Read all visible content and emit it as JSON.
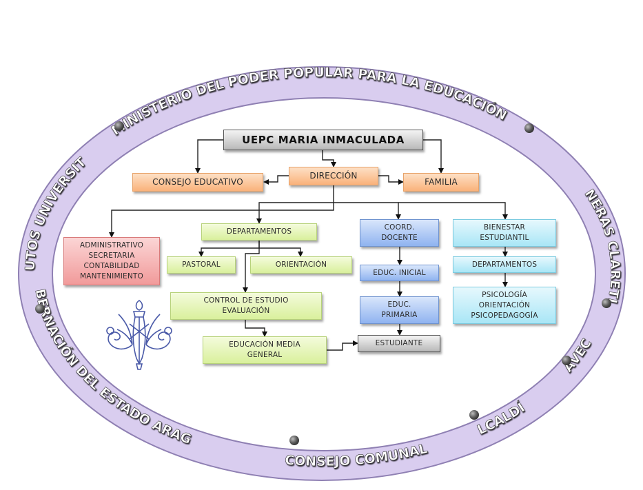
{
  "ring": {
    "labels": [
      "MINISTERIO DEL PODER POPULAR PARA LA EDUCACIÓN",
      "MISIONERAS CLARETIANAS",
      "AVEC",
      "ALCALDÍA",
      "CONSEJO COMUNAL",
      "GOBERNACIÓN DEL ESTADO ARAGUA",
      "INSTITUTOS UNIVERSITARIOS"
    ],
    "colors": {
      "fill": "#d9cdef",
      "border": "#9f8fc0",
      "text": "#ffffff",
      "dot": "#5a5a5a"
    }
  },
  "nodes": {
    "root": "UEPC MARIA INMACULADA",
    "direccion": "DIRECCIÓN",
    "consejo": "CONSEJO EDUCATIVO",
    "familia": "FAMILIA",
    "administrativo": "ADMINISTRATIVO\nSECRETARIA\nCONTABILIDAD\nMANTENIMIENTO",
    "departamentos": "DEPARTAMENTOS",
    "pastoral": "PASTORAL",
    "orientacion": "ORIENTACIÓN",
    "control": "CONTROL DE ESTUDIO\nEVALUACIÓN",
    "media": "EDUCACIÓN MEDIA\nGENERAL",
    "coord": "COORD.\nDOCENTE",
    "inicial": "EDUC. INICIAL",
    "primaria": "EDUC.\nPRIMARIA",
    "estudiante": "ESTUDIANTE",
    "bienestar": "BIENESTAR\nESTUDIANTIL",
    "departamentos2": "DEPARTAMENTOS",
    "psico": "PSICOLOGÍA\nORIENTACIÓN\nPSICOPEDAGOGÍA"
  },
  "emblem": {
    "name": "marian-monogram-icon",
    "color": "#4a5aa8"
  }
}
